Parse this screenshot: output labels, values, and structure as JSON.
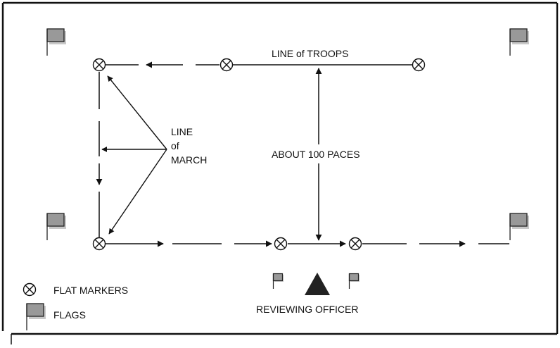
{
  "labels": {
    "line_of_troops": "LINE of TROOPS",
    "line_of_march": [
      "LINE",
      "of",
      "MARCH"
    ],
    "about_paces": "ABOUT 100 PACES",
    "reviewing_officer": "REVIEWING OFFICER"
  },
  "legend": {
    "flat_markers": "FLAT MARKERS",
    "flags": "FLAGS"
  },
  "icons": {
    "flat_marker": "circled-x-icon",
    "flag": "flag-icon",
    "reviewing_officer": "triangle-icon"
  },
  "colors": {
    "line": "#111111",
    "flag_fill": "#999999",
    "flag_shadow": "#c8c8c8",
    "officer": "#222222"
  }
}
